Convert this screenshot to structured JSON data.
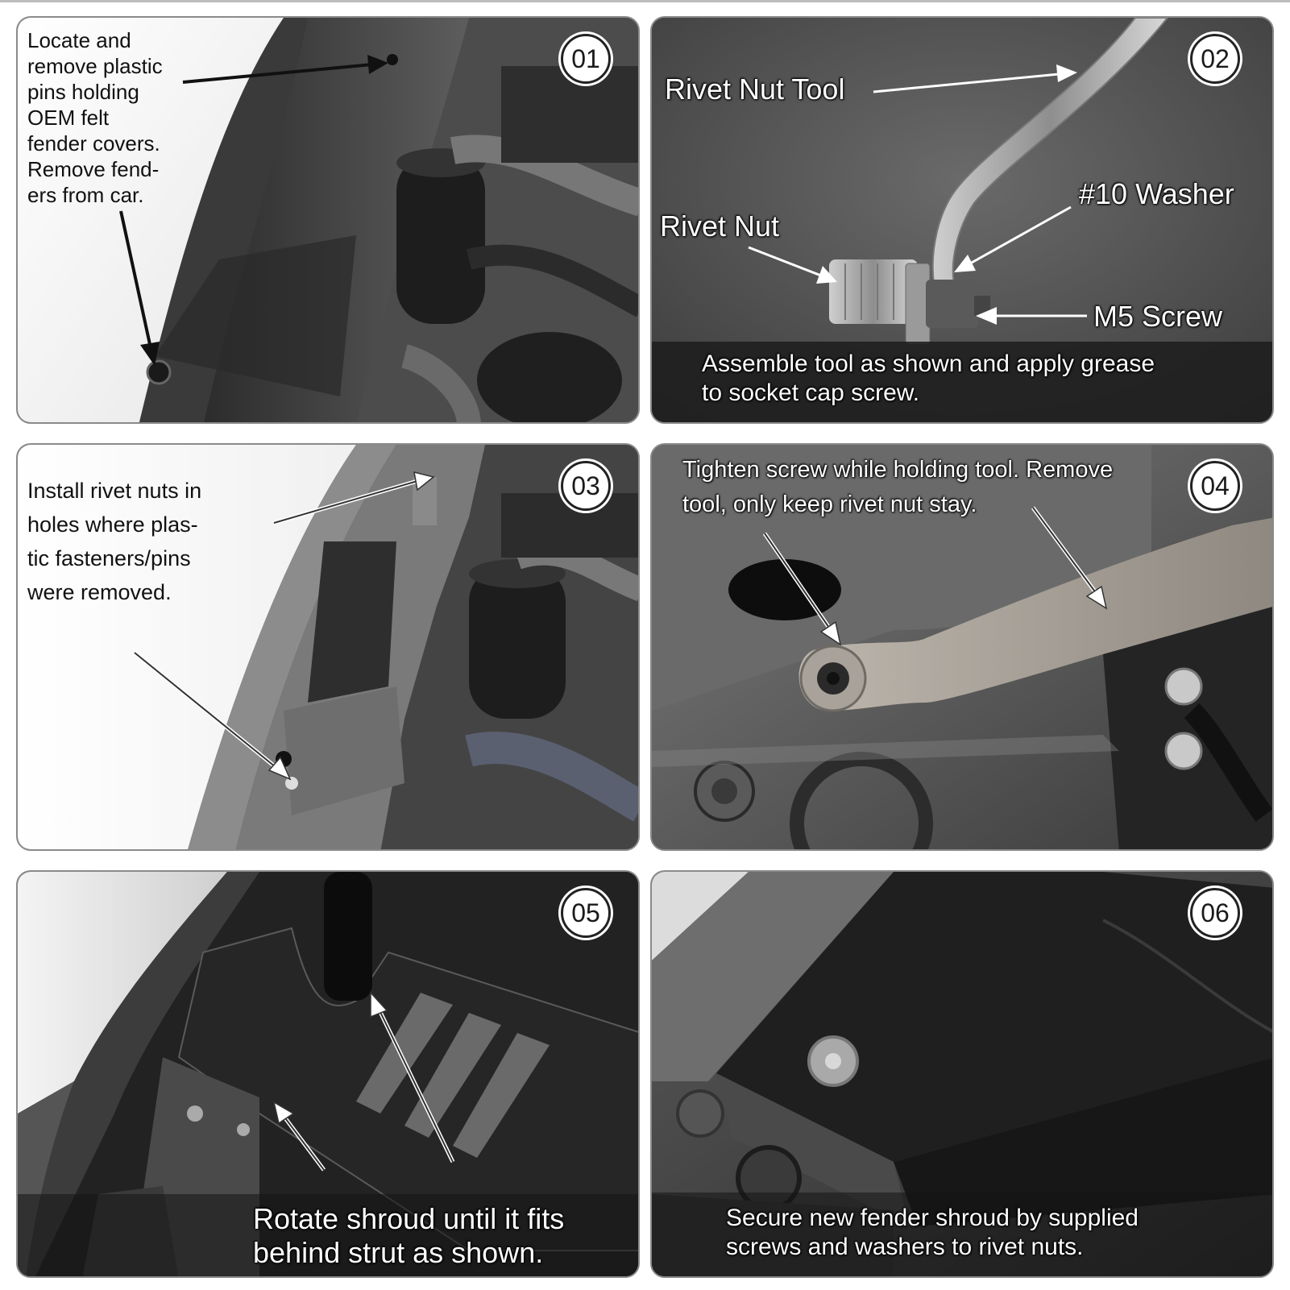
{
  "panels": [
    {
      "number": "01",
      "lines": [
        "Locate and",
        "remove plastic",
        "pins holding",
        "OEM felt",
        "fender covers.",
        "Remove fend-",
        "ers from car."
      ]
    },
    {
      "number": "02",
      "labels": {
        "rivet_nut_tool": "Rivet Nut Tool",
        "washer": "#10 Washer",
        "rivet_nut": "Rivet Nut",
        "m5_screw": "M5 Screw"
      },
      "caption": [
        "Assemble tool as shown and apply grease",
        "to socket cap screw."
      ]
    },
    {
      "number": "03",
      "lines": [
        "Install rivet nuts in",
        "holes where plas-",
        "tic fasteners/pins",
        "were removed."
      ]
    },
    {
      "number": "04",
      "caption": [
        "Tighten screw while holding tool. Remove",
        "tool, only keep rivet nut stay."
      ]
    },
    {
      "number": "05",
      "caption": [
        "Rotate shroud until it fits",
        "behind strut as shown."
      ]
    },
    {
      "number": "06",
      "caption": [
        "Secure new fender shroud by supplied",
        "screws and washers to rivet nuts."
      ]
    }
  ]
}
